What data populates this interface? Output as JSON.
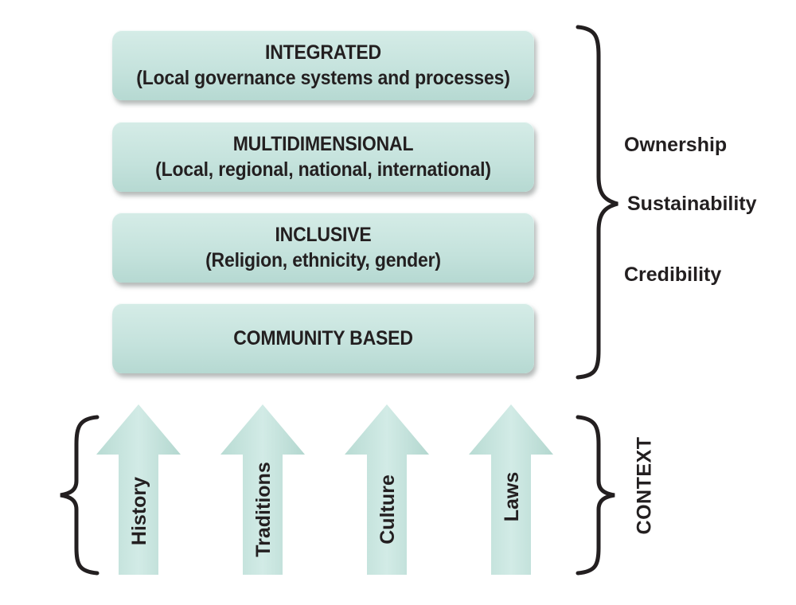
{
  "layers": [
    {
      "title": "INTEGRATED",
      "subtitle": "(Local governance systems and processes)"
    },
    {
      "title": "MULTIDIMENSIONAL",
      "subtitle": "(Local, regional, national, international)"
    },
    {
      "title": "INCLUSIVE",
      "subtitle": "(Religion, ethnicity, gender)"
    },
    {
      "title": "COMMUNITY BASED",
      "subtitle": ""
    }
  ],
  "outcomes": [
    "Ownership",
    "Sustainability",
    "Credibility"
  ],
  "context": {
    "label": "CONTEXT",
    "factors": [
      "History",
      "Traditions",
      "Culture",
      "Laws"
    ]
  },
  "colors": {
    "box_fill": "#c4e2dc",
    "arrow_fill": "#c2e1da",
    "text": "#231f20"
  }
}
